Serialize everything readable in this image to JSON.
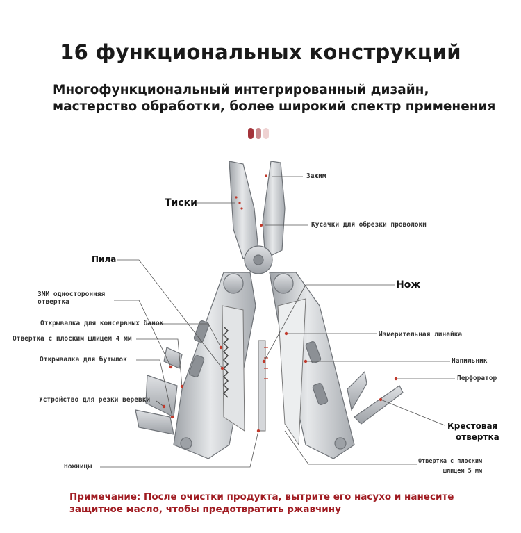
{
  "header": {
    "title": "16 функциональных конструкций",
    "subtitle_line1": "Многофункциональный интегрированный дизайн,",
    "subtitle_line2": "мастерство обработки, более широкий спектр применения"
  },
  "colors": {
    "dot1": "#a4333a",
    "dot2": "#c9898c",
    "dot3": "#efd2d2",
    "note": "#a01c22",
    "steel": "#c9ccd0",
    "accent": "#c0392b"
  },
  "labels": {
    "clamp": "Зажим",
    "vise": "Тиски",
    "wire_cutter": "Кусачки для обрезки проволоки",
    "saw": "Пила",
    "knife": "Нож",
    "screwdriver_3mm_l1": "3ММ односторонняя",
    "screwdriver_3mm_l2": "отвертка",
    "can_opener": "Открывалка для консервных банок",
    "flat_4mm": "Отвертка с плоским шлицем 4 мм",
    "ruler": "Измерительная линейка",
    "bottle_opener": "Открывалка для бутылок",
    "file": "Напильник",
    "awl": "Перфоратор",
    "rope_cutter": "Устройство для резки веревки",
    "phillips_l1": "Крестовая",
    "phillips_l2": "отвертка",
    "scissors": "Ножницы",
    "flat_5mm_l1": "Отвертка с плоским",
    "flat_5mm_l2": "шлицем 5 мм"
  },
  "note": {
    "line1": "Примечание: После очистки продукта, вытрите его насухо и нанесите",
    "line2": "защитное масло, чтобы предотвратить ржавчину"
  }
}
